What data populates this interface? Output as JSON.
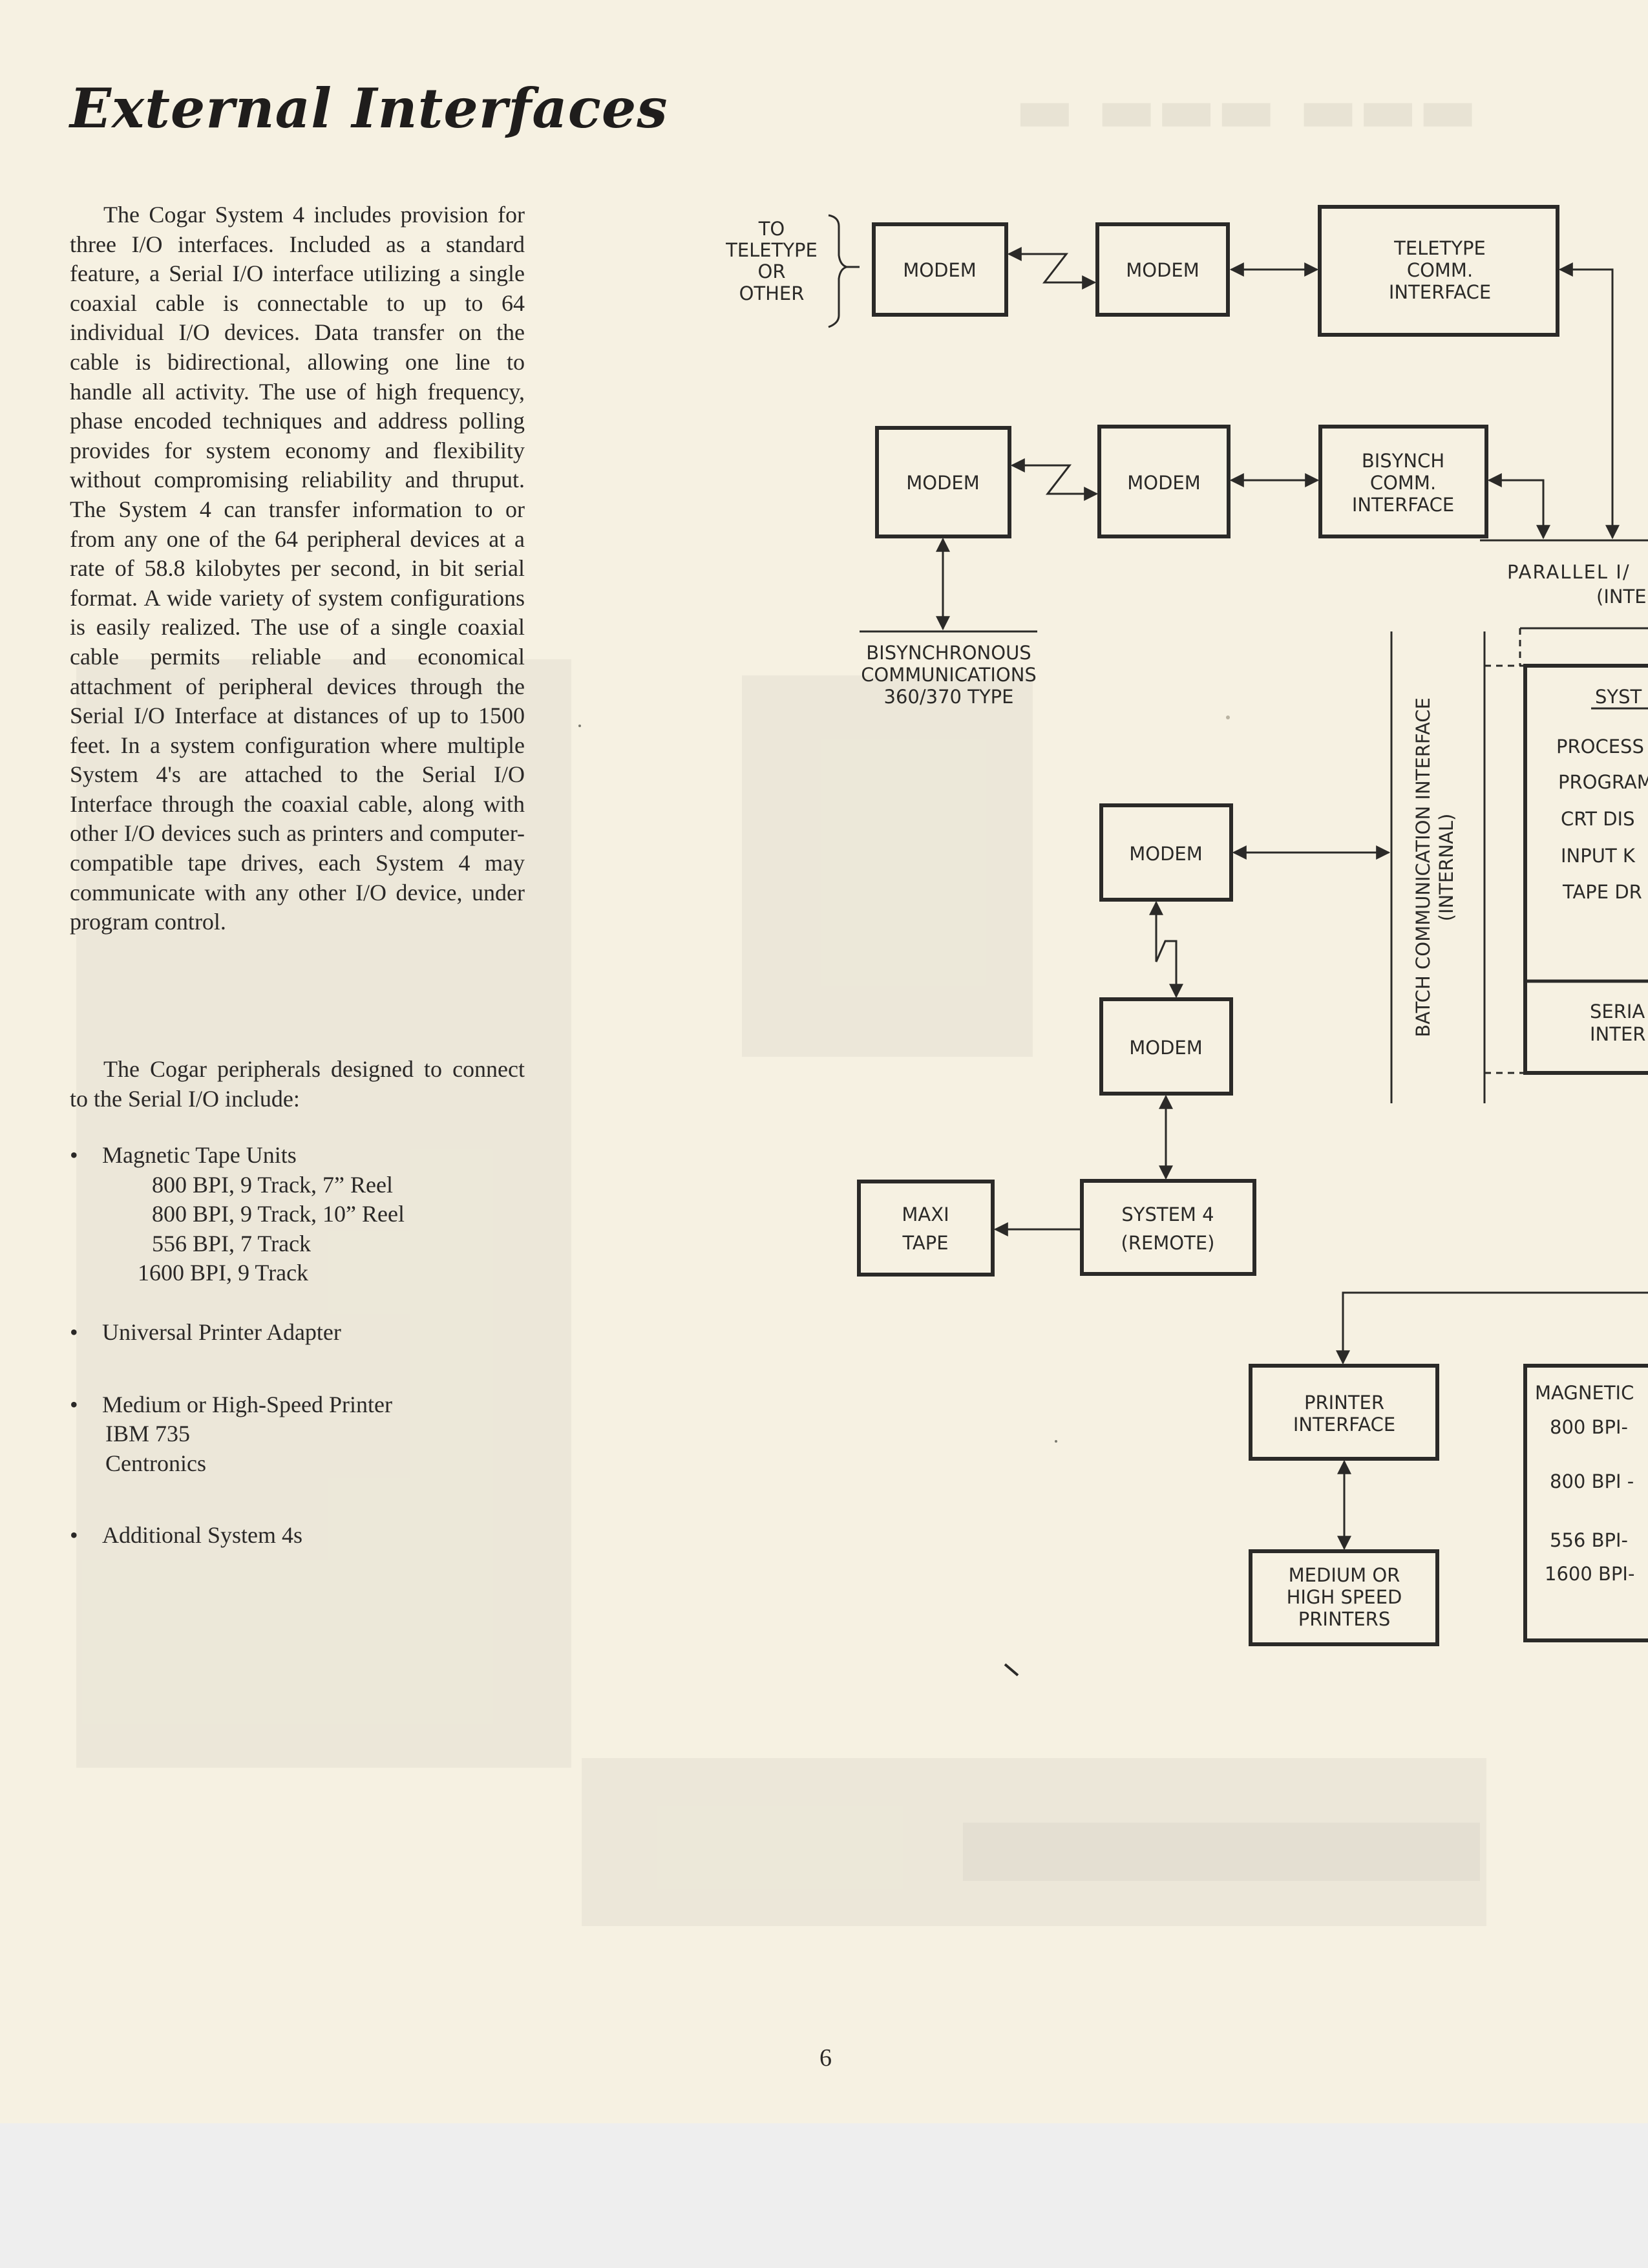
{
  "title": "External Interfaces",
  "body_paragraph": "The Cogar System 4 includes provision for three I/O interfaces. Included as a standard feature, a Serial I/O interface utilizing a single coaxial cable is connectable to up to 64 individual I/O devices. Data transfer on the cable is bidirectional, allowing one line to handle all activity. The use of high frequency, phase encoded techniques and address polling provides for system economy and flexibility without compromising reliability and thruput. The System 4 can transfer information to or from any one of the 64 peripheral devices at a rate of 58.8 kilobytes per second, in bit serial format. A wide variety of system configurations is easily realized. The use of a single coaxial cable permits reliable and economical attachment of peripheral devices through the Serial I/O Interface at distances of up to 1500 feet. In a system configuration where multiple System 4's are attached to the Serial I/O Interface through the coaxial cable, along with other I/O devices such as printers and computer-compatible tape drives, each System 4 may communicate with any other I/O device, under program control.",
  "peripherals_intro": "The Cogar peripherals designed to connect to the Serial I/O include:",
  "bullets": [
    {
      "label": "Magnetic Tape Units",
      "sub": [
        "800 BPI, 9 Track, 7” Reel",
        "800 BPI, 9 Track, 10” Reel",
        "556 BPI, 7 Track",
        "1600 BPI, 9 Track"
      ]
    },
    {
      "label": "Universal Printer Adapter",
      "sub": []
    },
    {
      "label": "Medium or High-Speed Printer",
      "sub": [
        "IBM 735",
        "Centronics"
      ]
    },
    {
      "label": "Additional System 4s",
      "sub": []
    }
  ],
  "page_number": "6",
  "diagram": {
    "teletype_note": [
      "TO",
      "TELETYPE",
      "OR",
      "OTHER"
    ],
    "modem_label": "MODEM",
    "teletype_interface": [
      "TELETYPE",
      "COMM.",
      "INTERFACE"
    ],
    "bisynch_interface": [
      "BISYNCH",
      "COMM.",
      "INTERFACE"
    ],
    "bisynchronous_note": [
      "BISYNCHRONOUS",
      "COMMUNICATIONS",
      "360/370 TYPE"
    ],
    "parallel_label": [
      "PARALLEL I/",
      "(INTE"
    ],
    "batch_interface": [
      "BATCH COMMUNICATION INTERFACE",
      "(INTERNAL)"
    ],
    "system_box": {
      "title": "SYST",
      "items": [
        "PROCESS",
        "PROGRAM",
        "CRT DIS",
        "INPUT K",
        "TAPE DR"
      ],
      "footer": [
        "SERIA",
        "INTER"
      ]
    },
    "system4_remote": [
      "SYSTEM 4",
      "(REMOTE)"
    ],
    "maxi_tape": [
      "MAXI",
      "TAPE"
    ],
    "printer_interface": [
      "PRINTER",
      "INTERFACE"
    ],
    "printers": [
      "MEDIUM OR",
      "HIGH SPEED",
      "PRINTERS"
    ],
    "magnetic_box": {
      "title": "MAGNETIC",
      "items": [
        "800 BPI-",
        "800 BPI -",
        "556 BPI-",
        "1600 BPI-"
      ]
    }
  }
}
